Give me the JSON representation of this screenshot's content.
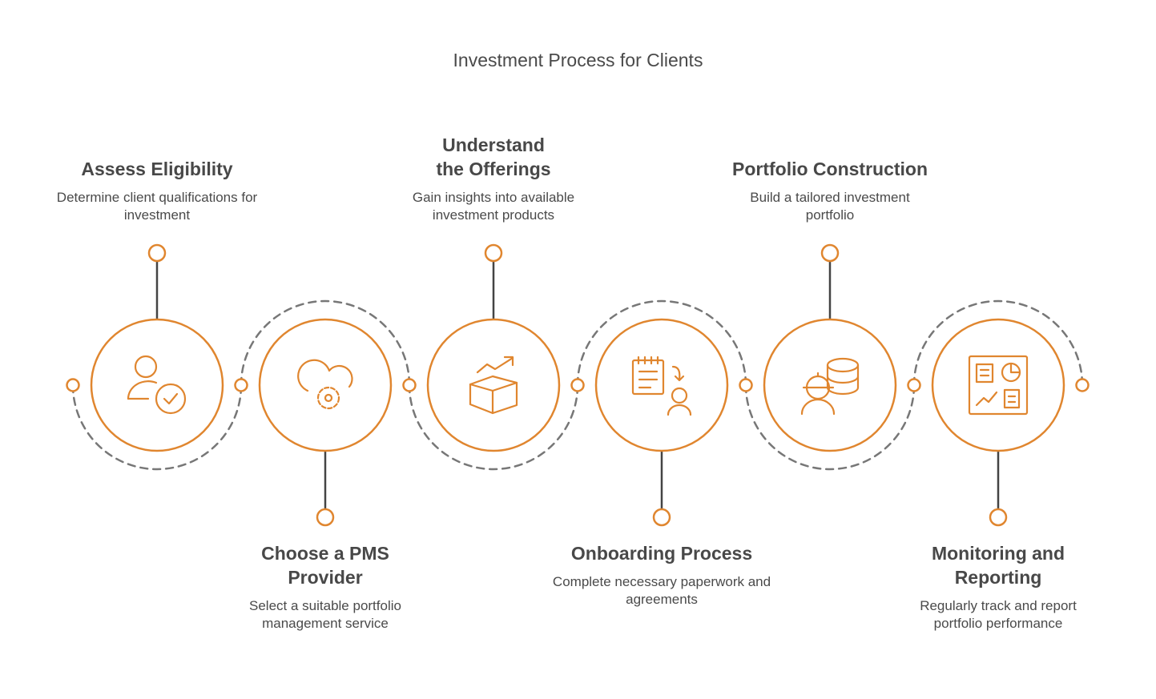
{
  "title": "Investment Process for Clients",
  "accent": "#E0862F",
  "steps": [
    {
      "title": "Assess Eligibility",
      "desc": "Determine client qualifications for investment",
      "icon": "user-check-icon"
    },
    {
      "title": "Choose a PMS Provider",
      "desc": "Select a suitable portfolio management service",
      "icon": "cloud-gear-icon"
    },
    {
      "title": "Understand the Offerings",
      "desc": "Gain insights into available investment products",
      "icon": "box-growth-icon"
    },
    {
      "title": "Onboarding Process",
      "desc": "Complete necessary paperwork and agreements",
      "icon": "document-user-icon"
    },
    {
      "title": "Portfolio Construction",
      "desc": "Build a tailored investment portfolio",
      "icon": "user-database-icon"
    },
    {
      "title": "Monitoring and Reporting",
      "desc": "Regularly track and report portfolio performance",
      "icon": "dashboard-icon"
    }
  ]
}
